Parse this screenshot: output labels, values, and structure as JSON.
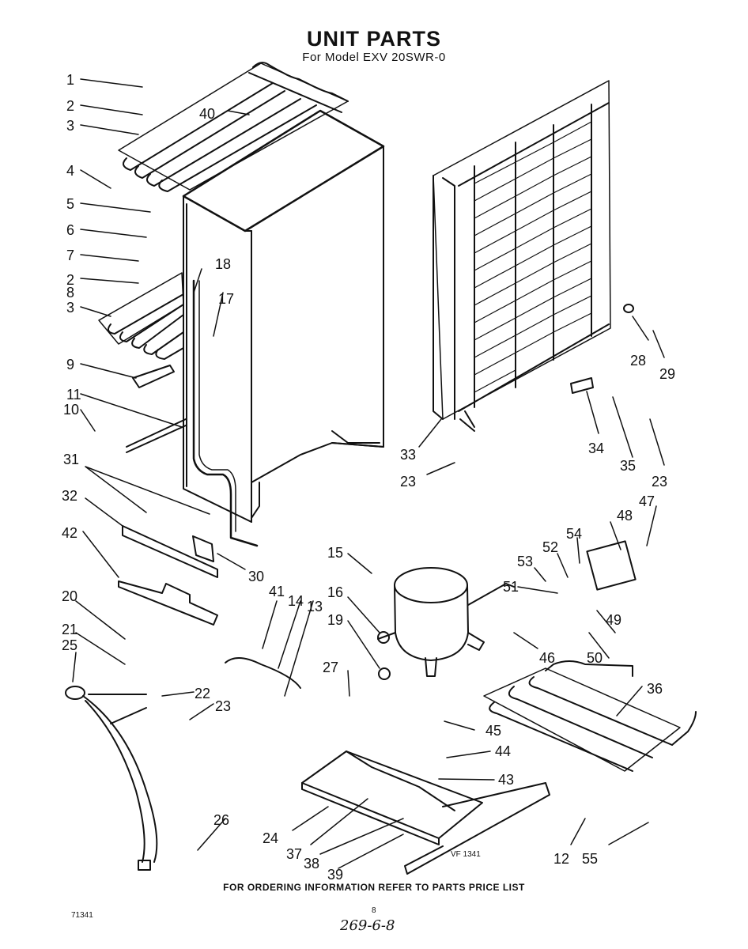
{
  "title": "UNIT PARTS",
  "subtitle": "For Model EXV 20SWR-0",
  "footer_note": "FOR ORDERING INFORMATION REFER TO PARTS PRICE LIST",
  "drawing_code": "VF 1341",
  "corner_code": "71341",
  "page_number": "8",
  "handwritten_note": "269-6-8",
  "callouts": [
    {
      "id": "c1",
      "label": "1"
    },
    {
      "id": "c2a",
      "label": "2"
    },
    {
      "id": "c3a",
      "label": "3"
    },
    {
      "id": "c40",
      "label": "40"
    },
    {
      "id": "c4",
      "label": "4"
    },
    {
      "id": "c5",
      "label": "5"
    },
    {
      "id": "c6",
      "label": "6"
    },
    {
      "id": "c7",
      "label": "7"
    },
    {
      "id": "c2b",
      "label": "2"
    },
    {
      "id": "c8",
      "label": "8"
    },
    {
      "id": "c3b",
      "label": "3"
    },
    {
      "id": "c18",
      "label": "18"
    },
    {
      "id": "c17",
      "label": "17"
    },
    {
      "id": "c9",
      "label": "9"
    },
    {
      "id": "c11",
      "label": "11"
    },
    {
      "id": "c10",
      "label": "10"
    },
    {
      "id": "c31",
      "label": "31"
    },
    {
      "id": "c32",
      "label": "32"
    },
    {
      "id": "c42",
      "label": "42"
    },
    {
      "id": "c30",
      "label": "30"
    },
    {
      "id": "c20",
      "label": "20"
    },
    {
      "id": "c21",
      "label": "21"
    },
    {
      "id": "c25",
      "label": "25"
    },
    {
      "id": "c22",
      "label": "22"
    },
    {
      "id": "c23a",
      "label": "23"
    },
    {
      "id": "c26",
      "label": "26"
    },
    {
      "id": "c41",
      "label": "41"
    },
    {
      "id": "c14",
      "label": "14"
    },
    {
      "id": "c13",
      "label": "13"
    },
    {
      "id": "c15",
      "label": "15"
    },
    {
      "id": "c16",
      "label": "16"
    },
    {
      "id": "c19",
      "label": "19"
    },
    {
      "id": "c27",
      "label": "27"
    },
    {
      "id": "c45",
      "label": "45"
    },
    {
      "id": "c44",
      "label": "44"
    },
    {
      "id": "c43",
      "label": "43"
    },
    {
      "id": "c24",
      "label": "24"
    },
    {
      "id": "c37",
      "label": "37"
    },
    {
      "id": "c38",
      "label": "38"
    },
    {
      "id": "c39",
      "label": "39"
    },
    {
      "id": "c12",
      "label": "12"
    },
    {
      "id": "c55",
      "label": "55"
    },
    {
      "id": "c28",
      "label": "28"
    },
    {
      "id": "c29",
      "label": "29"
    },
    {
      "id": "c33",
      "label": "33"
    },
    {
      "id": "c23b",
      "label": "23"
    },
    {
      "id": "c34",
      "label": "34"
    },
    {
      "id": "c35",
      "label": "35"
    },
    {
      "id": "c23c",
      "label": "23"
    },
    {
      "id": "c47",
      "label": "47"
    },
    {
      "id": "c48",
      "label": "48"
    },
    {
      "id": "c54",
      "label": "54"
    },
    {
      "id": "c52",
      "label": "52"
    },
    {
      "id": "c53",
      "label": "53"
    },
    {
      "id": "c51",
      "label": "51"
    },
    {
      "id": "c49",
      "label": "49"
    },
    {
      "id": "c46",
      "label": "46"
    },
    {
      "id": "c50",
      "label": "50"
    },
    {
      "id": "c36",
      "label": "36"
    }
  ]
}
